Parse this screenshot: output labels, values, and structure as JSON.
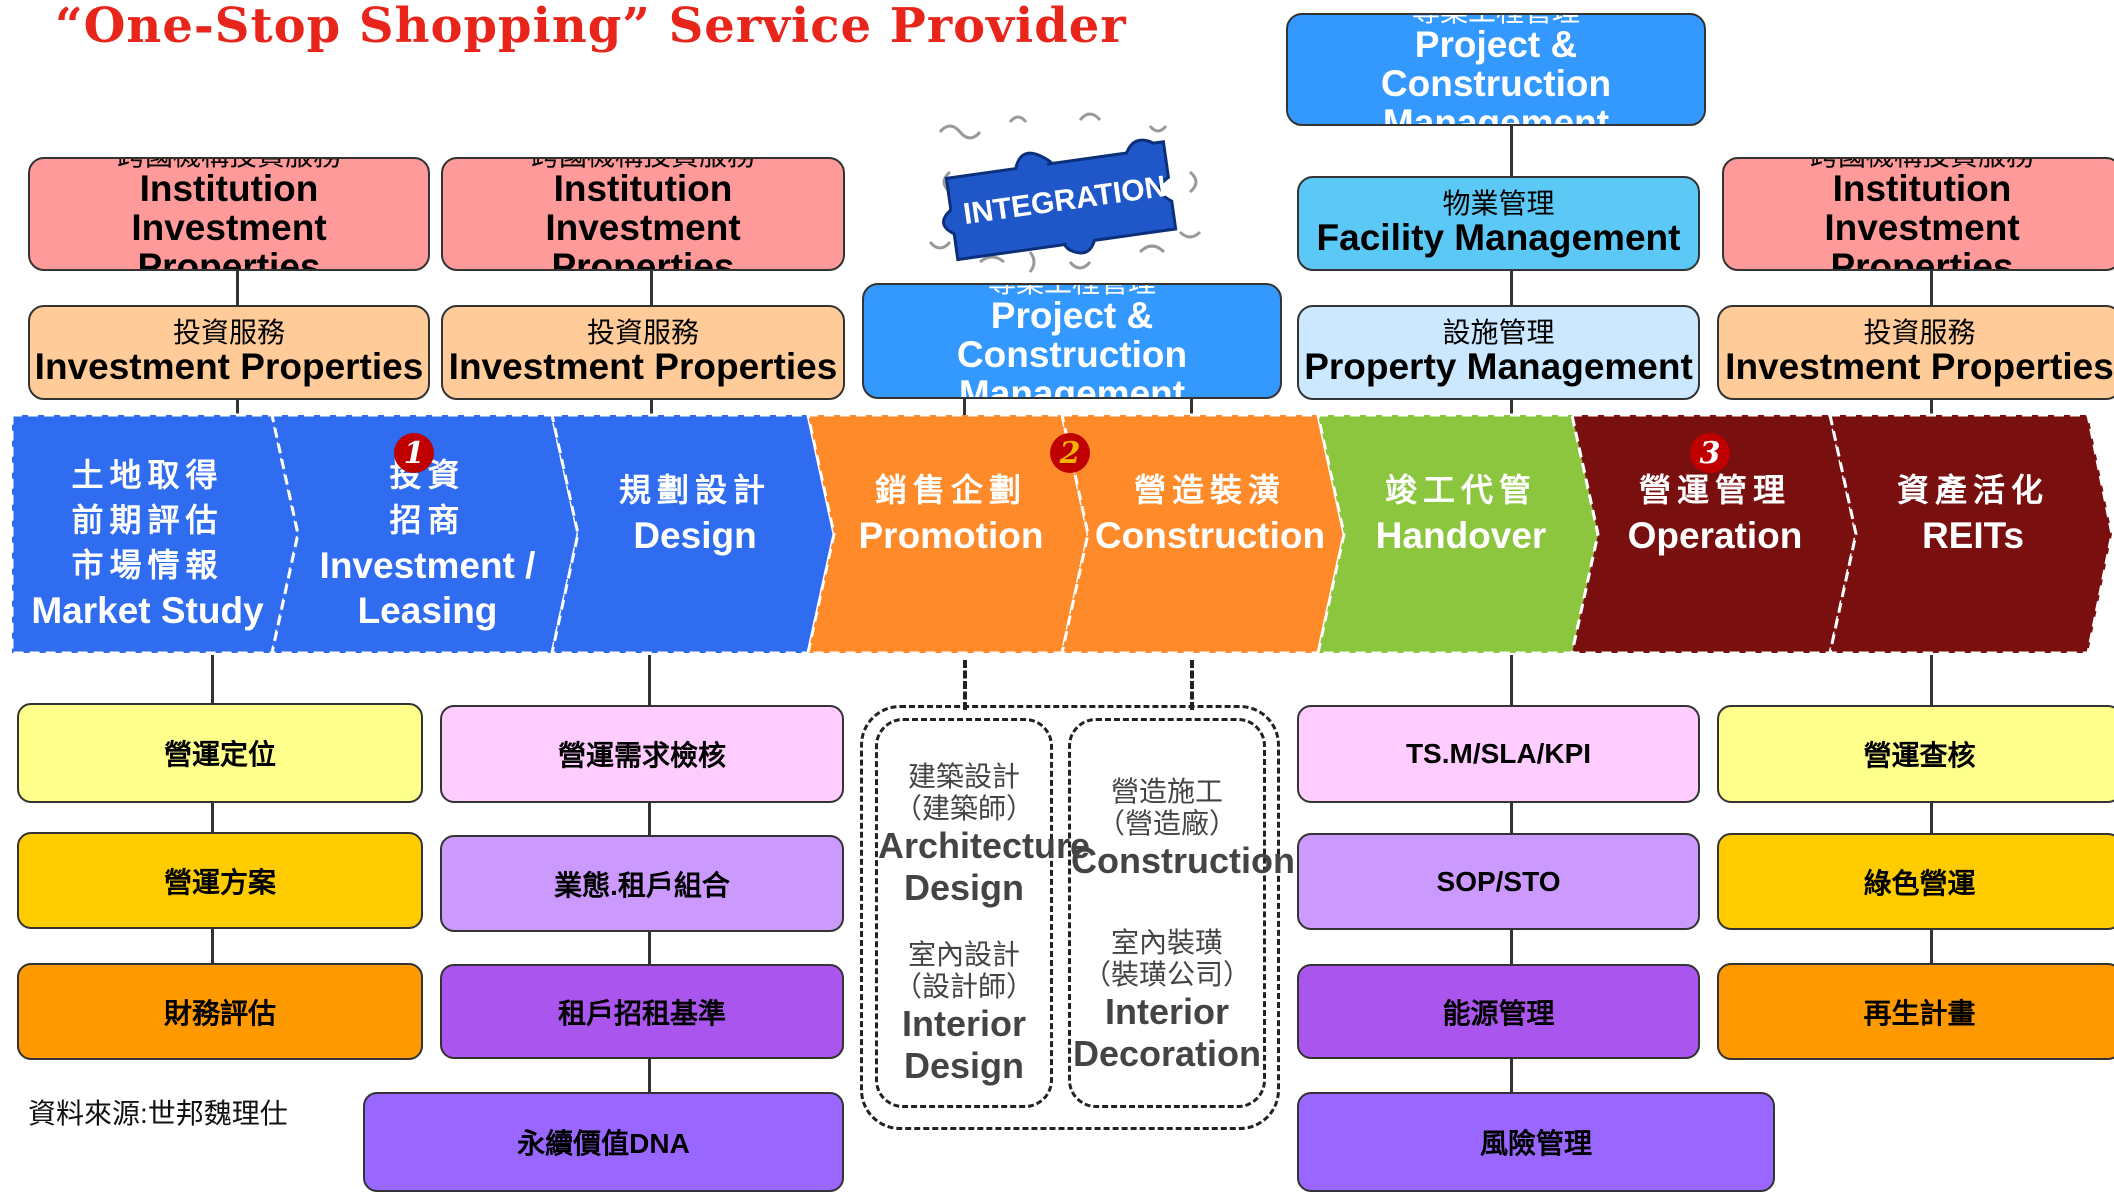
{
  "title": "“One-Stop Shopping”  Service Provider",
  "top_boxes": {
    "inst1": {
      "zh": "跨國機構投資服務",
      "en": "Institution Investment Properties"
    },
    "inst2": {
      "zh": "跨國機構投資服務",
      "en": "Institution Investment Properties"
    },
    "inst3": {
      "zh": "跨國機構投資服務",
      "en": "Institution Investment Properties"
    },
    "inv1": {
      "zh": "投資服務",
      "en": "Investment Properties"
    },
    "inv2": {
      "zh": "投資服務",
      "en": "Investment Properties"
    },
    "inv3": {
      "zh": "投資服務",
      "en": "Investment Properties"
    },
    "pcm_top": {
      "zh": "專案工程管理",
      "en": "Project & Construction Management"
    },
    "pcm_mid": {
      "zh": "專案工程管理",
      "en": "Project & Construction Management"
    },
    "fm": {
      "zh": "物業管理",
      "en": "Facility Management"
    },
    "pm": {
      "zh": "設施管理",
      "en": "Property Management"
    }
  },
  "integration": {
    "label": "INTEGRATION"
  },
  "chevrons": [
    {
      "zh": [
        "土地取得",
        "前期評估",
        "市場情報"
      ],
      "en": "Market Study",
      "color": "#2f6cf0"
    },
    {
      "zh": [
        "投資",
        "招商"
      ],
      "en": "Investment / Leasing",
      "color": "#2f6cf0"
    },
    {
      "zh": [
        "規劃設計"
      ],
      "en": "Design",
      "color": "#2f6cf0"
    },
    {
      "zh": [
        "銷售企劃"
      ],
      "en": "Promotion",
      "color": "#ff8a2a"
    },
    {
      "zh": [
        "營造裝潢"
      ],
      "en": "Construction",
      "color": "#ff8a2a"
    },
    {
      "zh": [
        "竣工代管"
      ],
      "en": "Handover",
      "color": "#8cc63f"
    },
    {
      "zh": [
        "營運管理"
      ],
      "en": "Operation",
      "color": "#7a0f0f"
    },
    {
      "zh": [
        "資產活化"
      ],
      "en": "REITs",
      "color": "#7a0f0f"
    }
  ],
  "step_numbers": [
    "1",
    "2",
    "3"
  ],
  "col1": [
    "營運定位",
    "營運方案",
    "財務評估"
  ],
  "col2": [
    "營運需求檢核",
    "業態.租戶組合",
    "租戶招租基準",
    "永續價值DNA"
  ],
  "col4": [
    "TS.M/SLA/KPI",
    "SOP/STO",
    "能源管理",
    "風險管理"
  ],
  "col5": [
    "營運查核",
    "綠色營運",
    "再生計畫"
  ],
  "dashed": {
    "arch": {
      "zh": [
        "建築設計",
        "（建築師）"
      ],
      "en": [
        "Architecture",
        "Design"
      ]
    },
    "interior": {
      "zh": [
        "室內設計",
        "（設計師）"
      ],
      "en": [
        "Interior",
        "Design"
      ]
    },
    "construction": {
      "zh": [
        "營造施工",
        "（營造廠）"
      ],
      "en": [
        "Construction"
      ]
    },
    "decoration": {
      "zh": [
        "室內裝璜",
        "（裝璜公司）"
      ],
      "en": [
        "Interior",
        "Decoration"
      ]
    }
  },
  "source": "資料來源:世邦魏理仕",
  "colors": {
    "title": "#e8251b",
    "blue": "#2f6cf0",
    "orange": "#ff8a2a",
    "green": "#8cc63f",
    "maroon": "#7a0f0f",
    "number_badge": "#c00000"
  }
}
